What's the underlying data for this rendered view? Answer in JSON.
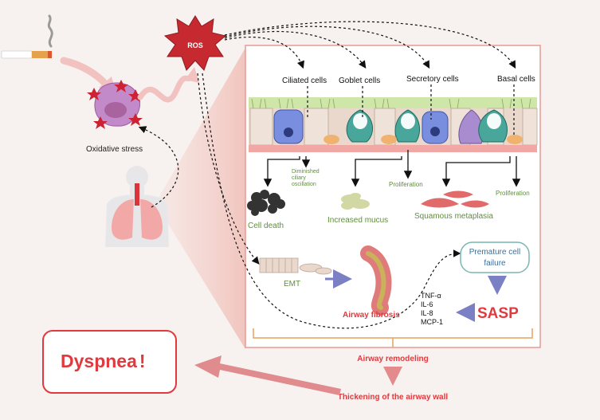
{
  "ros_label": "ROS",
  "oxidative_stress": "Oxidative stress",
  "cell_types": {
    "ciliated": "Ciliated cells",
    "goblet": "Goblet cells",
    "secretory": "Secretory cells",
    "basal": "Basal cells"
  },
  "annotations": {
    "diminished_line1": "Diminished",
    "diminished_line2": "ciliary",
    "diminished_line3": "oscillation",
    "proliferation_goblet": "Proliferation",
    "proliferation_basal": "Proliferation"
  },
  "outcomes": {
    "cell_death": "Cell death",
    "increased_mucus": "Increased mucus",
    "squamous_metaplasia": "Squamous metaplasia",
    "emt": "EMT",
    "airway_fibrosis": "Airway fibrosis",
    "premature_line1": "Premature cell",
    "premature_line2": "failure",
    "sasp": "SASP"
  },
  "sasp_factors": [
    "TNF-α",
    "IL-6",
    "IL-8",
    "MCP-1"
  ],
  "airway_remodeling": "Airway remodeling",
  "thickening": "Thickening of the airway wall",
  "dyspnea": "Dyspnea",
  "dyspnea_mark": "!",
  "colors": {
    "red_accent": "#e0393e",
    "green_text": "#5f8f3a",
    "panel_border": "#e79a93",
    "arrow_purple": "#7b7fc4",
    "pink_arrow": "#e28a8c"
  }
}
